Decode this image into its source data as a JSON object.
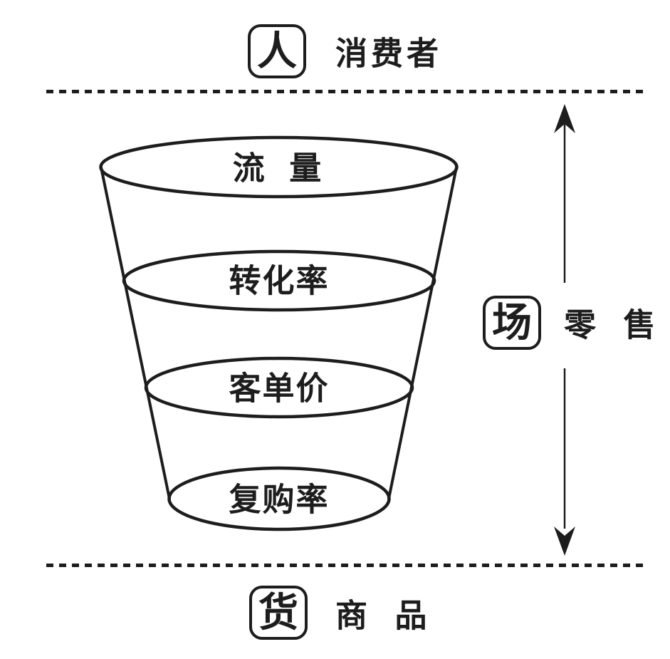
{
  "top_section": {
    "badge": "人",
    "label": "消费者"
  },
  "funnel": {
    "levels": [
      {
        "label": "流 量"
      },
      {
        "label": "转化率"
      },
      {
        "label": "客单价"
      },
      {
        "label": "复购率"
      }
    ]
  },
  "right_section": {
    "badge": "场",
    "label": "零 售"
  },
  "bottom_section": {
    "badge": "货",
    "label": "商 品"
  },
  "colors": {
    "line": "#1d1d1d",
    "text": "#1d1d1d",
    "background": "#ffffff"
  }
}
